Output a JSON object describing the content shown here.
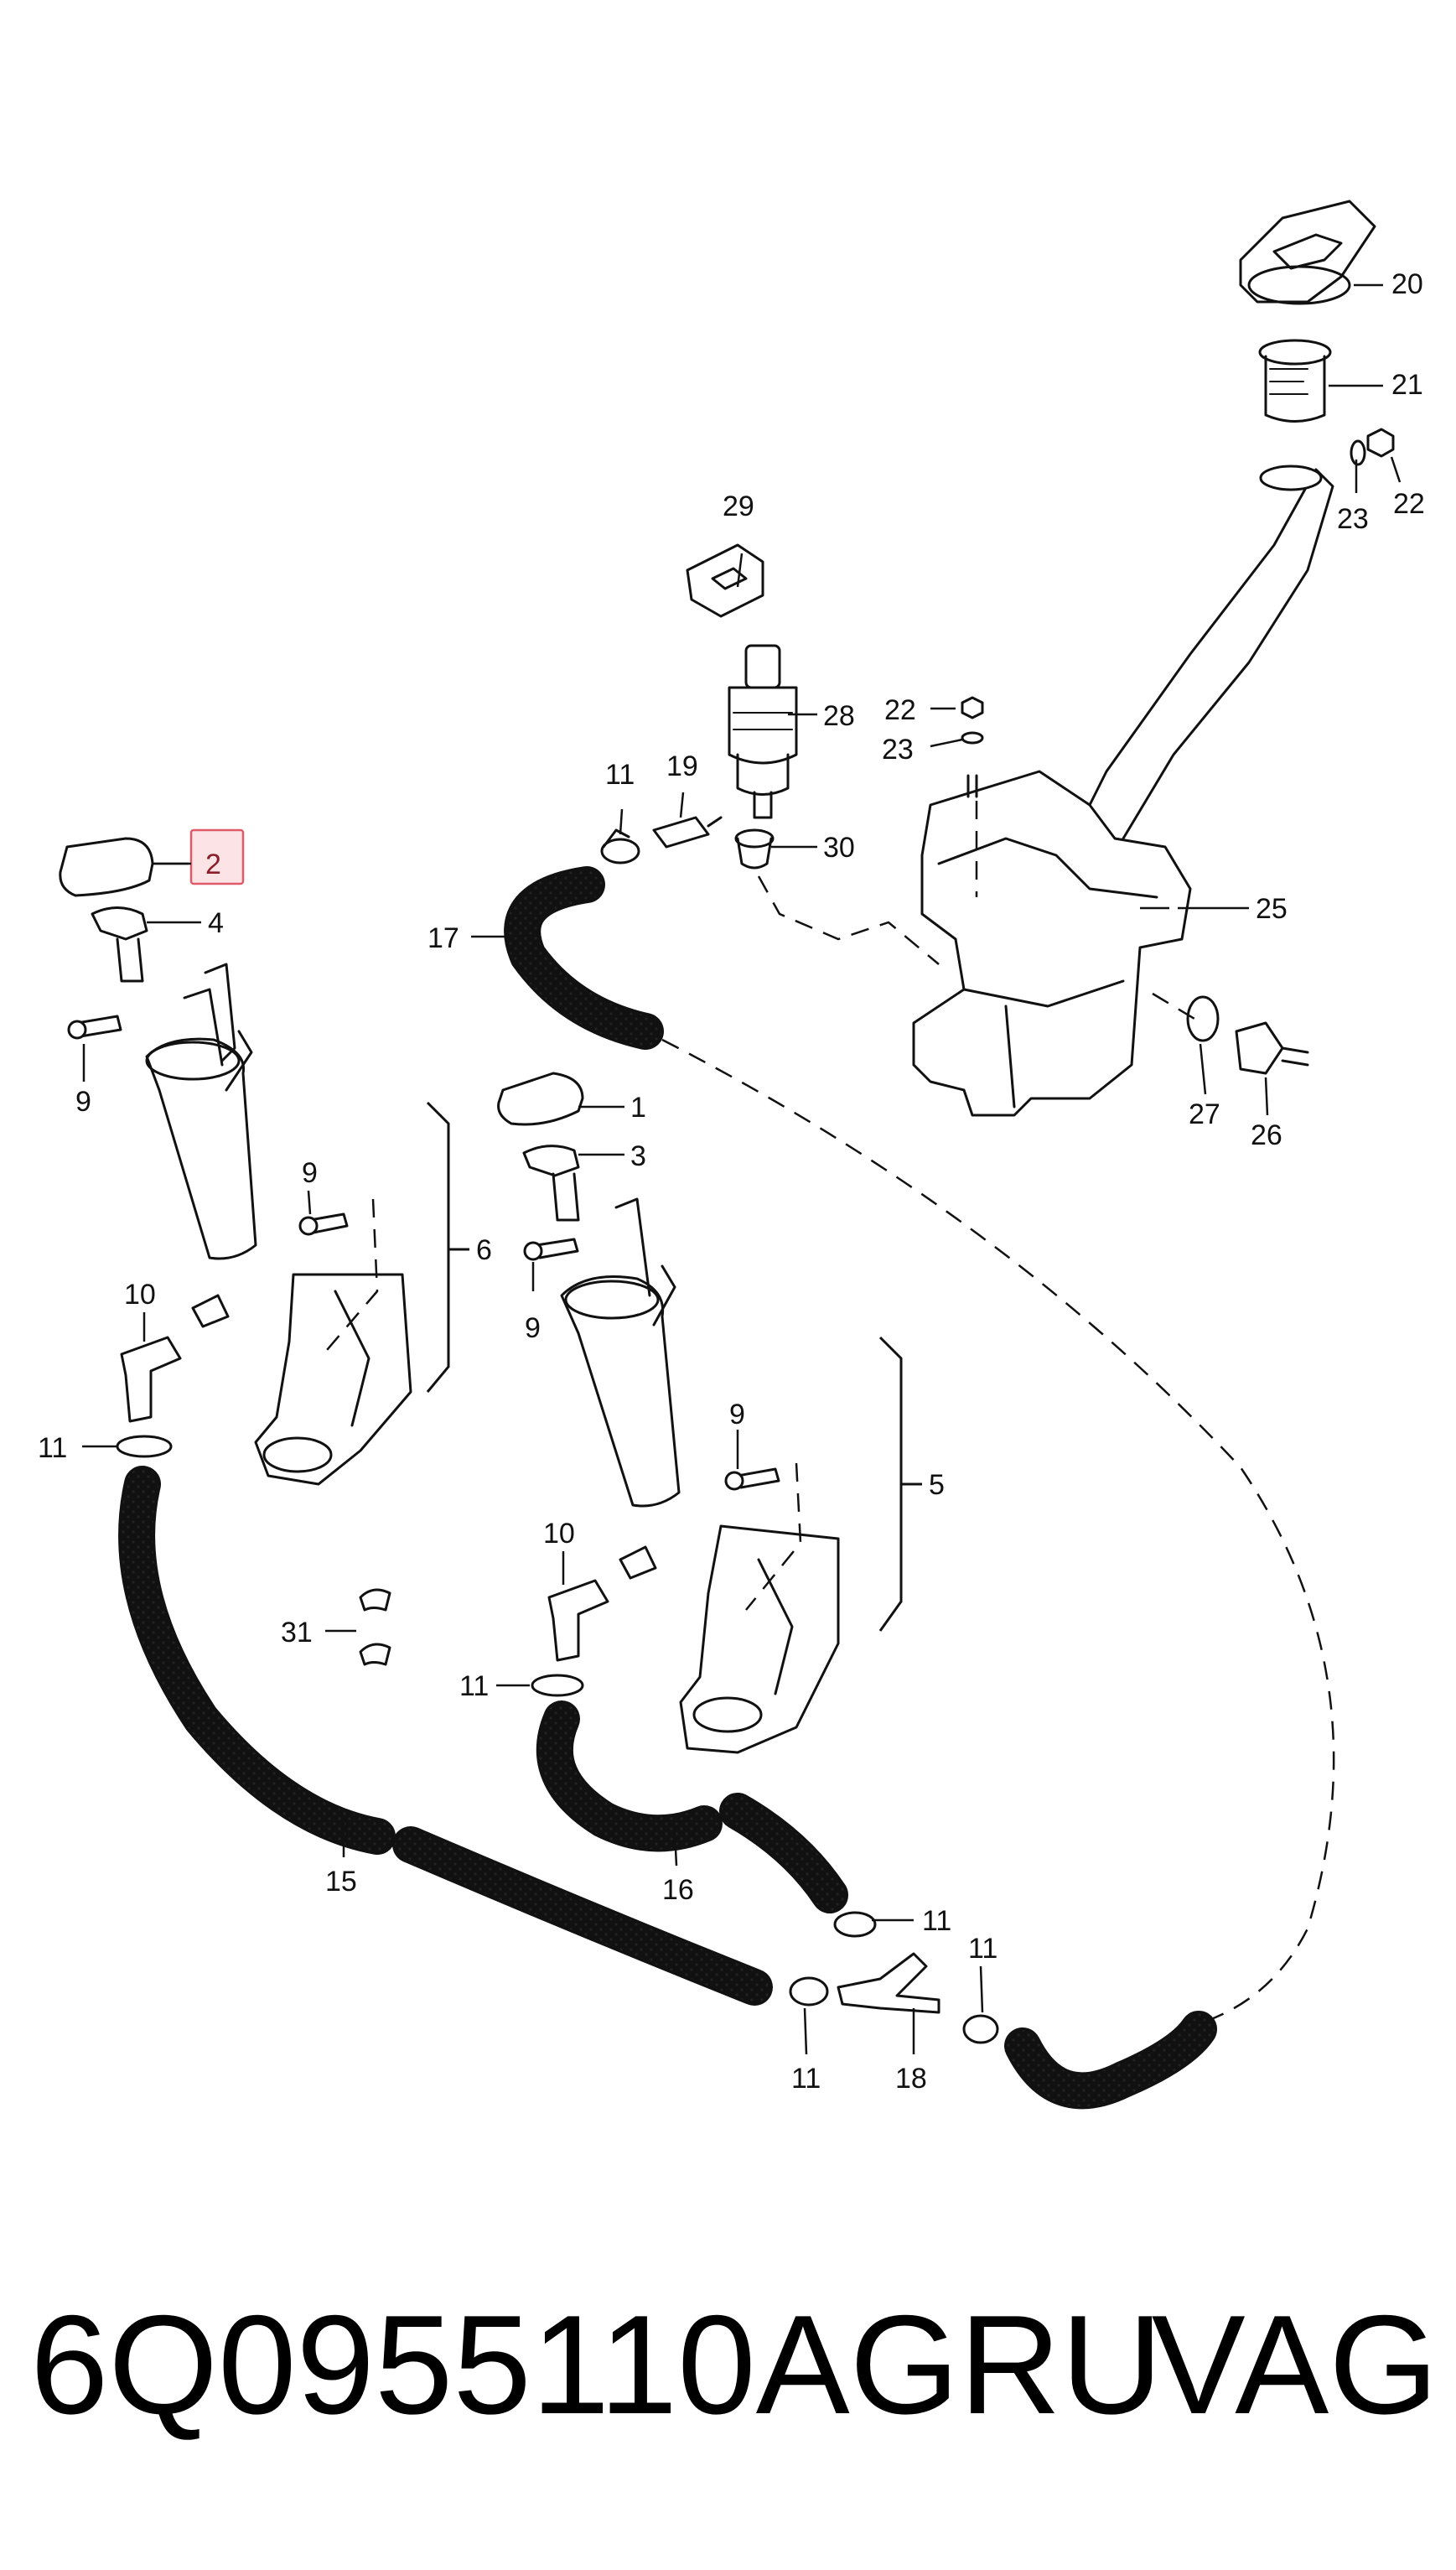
{
  "diagram": {
    "highlight_color": "#e05a6a",
    "highlight_fill": "#fbe3e6",
    "line_color": "#111111",
    "hose_fill": "#ffffff",
    "highlighted_callout": "2",
    "callouts": {
      "c1": "1",
      "c2": "2",
      "c3": "3",
      "c4": "4",
      "c5": "5",
      "c6": "6",
      "c9a": "9",
      "c9b": "9",
      "c9c": "9",
      "c9d": "9",
      "c10a": "10",
      "c10b": "10",
      "c11a": "11",
      "c11b": "11",
      "c11c": "11",
      "c11d": "11",
      "c11e": "11",
      "c11f": "11",
      "c15": "15",
      "c16": "16",
      "c17": "17",
      "c18": "18",
      "c19": "19",
      "c20": "20",
      "c21": "21",
      "c22a": "22",
      "c22b": "22",
      "c23a": "23",
      "c23b": "23",
      "c25": "25",
      "c26": "26",
      "c27": "27",
      "c28": "28",
      "c29": "29",
      "c30": "30",
      "c31": "31"
    }
  },
  "footer": {
    "part_number": "6Q0955110AGRU",
    "brand": "VAG"
  }
}
